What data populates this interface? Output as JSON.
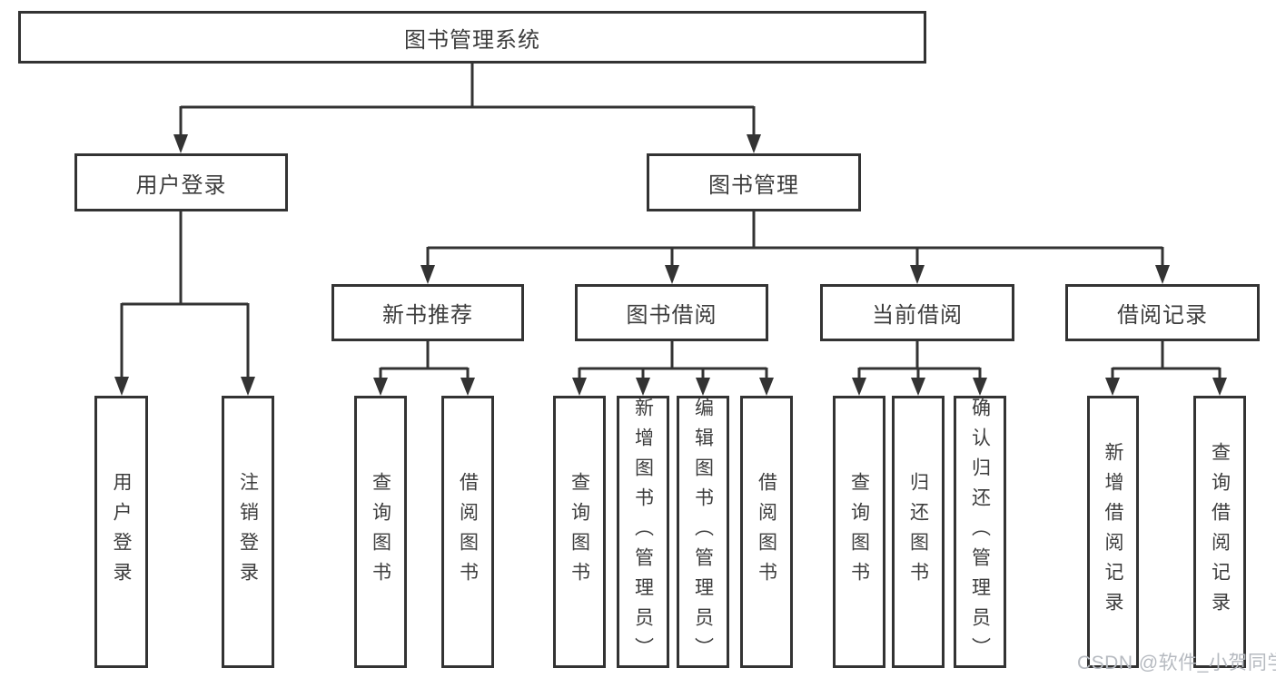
{
  "tree": {
    "root": "图书管理系统",
    "children": [
      {
        "label": "用户登录",
        "children": [
          "用户登录",
          "注销登录"
        ]
      },
      {
        "label": "图书管理",
        "children": [
          {
            "label": "新书推荐",
            "children": [
              "查询图书",
              "借阅图书"
            ]
          },
          {
            "label": "图书借阅",
            "children": [
              "查询图书",
              "新增图书（管理员）",
              "编辑图书（管理员）",
              "借阅图书"
            ]
          },
          {
            "label": "当前借阅",
            "children": [
              "查询图书",
              "归还图书",
              "确认归还（管理员）"
            ]
          },
          {
            "label": "借阅记录",
            "children": [
              "新增借阅记录",
              "查询借阅记录"
            ]
          }
        ]
      }
    ]
  },
  "watermark": "CSDN @软件_小贺同学",
  "colors": {
    "line": "#333333",
    "box_border": "#333333",
    "box_fill": "#ffffff",
    "text": "#3d3d3d",
    "watermark": "#b6bac0",
    "background": "#ffffff"
  }
}
